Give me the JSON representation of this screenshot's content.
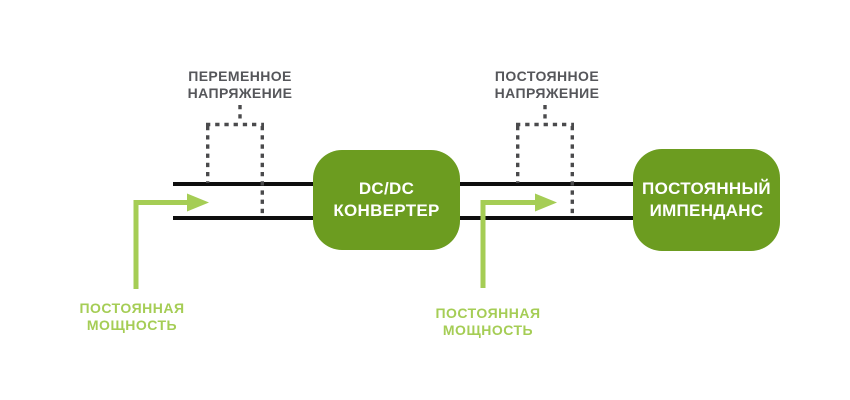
{
  "colors": {
    "background": "#ffffff",
    "bus_line": "#0e0e0e",
    "probe_dash": "#4a4a4c",
    "probe_label_text": "#55565a",
    "box_fill": "#6c9c20",
    "box_text": "#ffffff",
    "power_green": "#a5cd55"
  },
  "probe_labels": {
    "left": {
      "line1": "ПЕРЕМЕННОЕ",
      "line2": "НАПРЯЖЕНИЕ"
    },
    "right": {
      "line1": "ПОСТОЯННОЕ",
      "line2": "НАПРЯЖЕНИЕ"
    }
  },
  "blocks": {
    "converter": {
      "line1": "DC/DC",
      "line2": "КОНВЕРТЕР"
    },
    "load": {
      "line1": "ПОСТОЯННЫЙ",
      "line2": "ИМПЕНДАНС"
    }
  },
  "power_labels": {
    "left": {
      "line1": "ПОСТОЯННАЯ",
      "line2": "МОЩНОСТЬ"
    },
    "middle": {
      "line1": "ПОСТОЯННАЯ",
      "line2": "МОЩНОСТЬ"
    }
  }
}
